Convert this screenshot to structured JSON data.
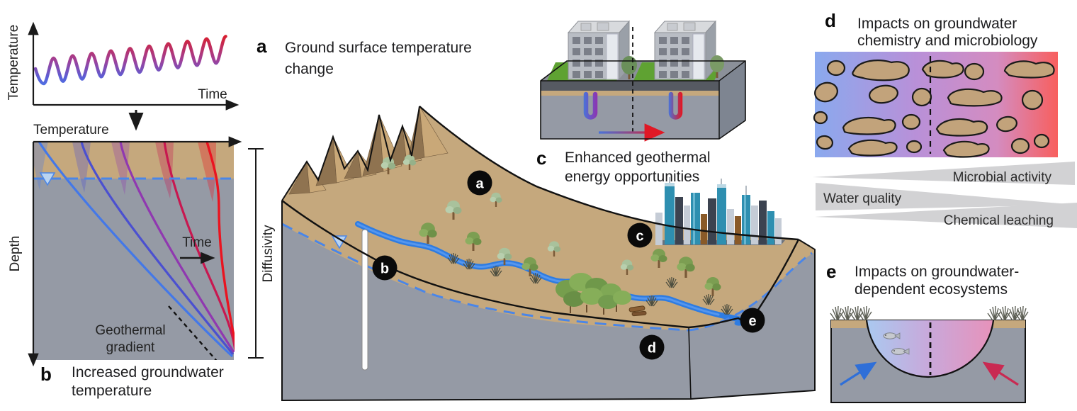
{
  "panels": {
    "a": {
      "letter": "a",
      "caption": [
        "Ground surface temperature",
        "change"
      ],
      "y_axis": "Temperature",
      "x_axis": "Time",
      "flow_label": "Temperature"
    },
    "b": {
      "letter": "b",
      "caption": [
        "Increased groundwater",
        "temperature"
      ],
      "y_axis": "Depth",
      "x_axis_time": "Time",
      "annotation": [
        "Geothermal",
        "gradient"
      ],
      "right_label": "Diffusivity"
    },
    "c": {
      "letter": "c",
      "caption": [
        "Enhanced geothermal",
        "energy opportunities"
      ]
    },
    "d": {
      "letter": "d",
      "caption": [
        "Impacts on groundwater",
        "chemistry and microbiology"
      ],
      "wedges": [
        "Microbial activity",
        "Water quality",
        "Chemical leaching"
      ]
    },
    "e": {
      "letter": "e",
      "caption": [
        "Impacts on groundwater-",
        "dependent ecosystems"
      ]
    }
  },
  "block_markers": [
    {
      "letter": "a"
    },
    {
      "letter": "b"
    },
    {
      "letter": "c"
    },
    {
      "letter": "d"
    },
    {
      "letter": "e"
    }
  ],
  "colors": {
    "soil_tan": "#c5a87d",
    "underground_gray": "#959aa5",
    "river_blue": "#2e7ce2",
    "water_table_blue": "#4a86e8",
    "grass_green": "#5fa232",
    "rock_tan": "#c2a37b",
    "wedge_gray": "#d2d2d4",
    "marker_black": "#0a0a0a",
    "cold_blue": "#8aa9ee",
    "purple_mid": "#b990d8",
    "pink_mid": "#d48cc0",
    "warm_red": "#f85f5e",
    "e_cold": "#aac9f0",
    "e_mid": "#c9a8da",
    "e_warm": "#e792ba",
    "curve_blue": "#4478e8",
    "curve_indigo": "#4b50d0",
    "curve_purple": "#9038b0",
    "curve_crimson": "#c81850",
    "curve_red": "#ea1420",
    "city_teal": "#2e8fb0"
  }
}
